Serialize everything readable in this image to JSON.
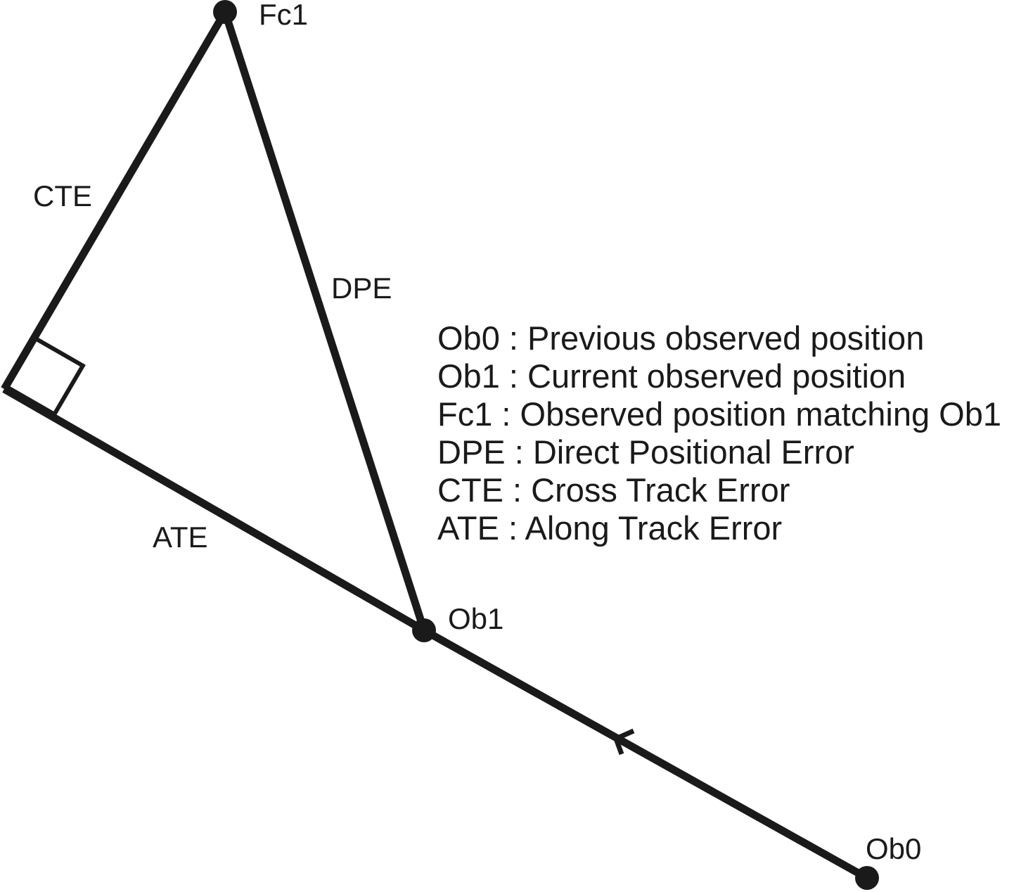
{
  "figure": {
    "points": [
      {
        "id": "fc1",
        "label": "Fc1"
      },
      {
        "id": "ob1",
        "label": "Ob1"
      },
      {
        "id": "ob0",
        "label": "Ob0"
      }
    ],
    "edge_labels": {
      "cte": "CTE",
      "dpe": "DPE",
      "ate": "ATE"
    }
  },
  "legend": {
    "items": [
      "Ob0 : Previous observed position",
      "Ob1 : Current observed position",
      "Fc1 : Observed position matching Ob1",
      "DPE : Direct Positional Error",
      "CTE : Cross Track Error",
      "ATE : Along Track Error"
    ]
  },
  "colors": {
    "ink": "#1a1a1a",
    "background": "#ffffff"
  }
}
